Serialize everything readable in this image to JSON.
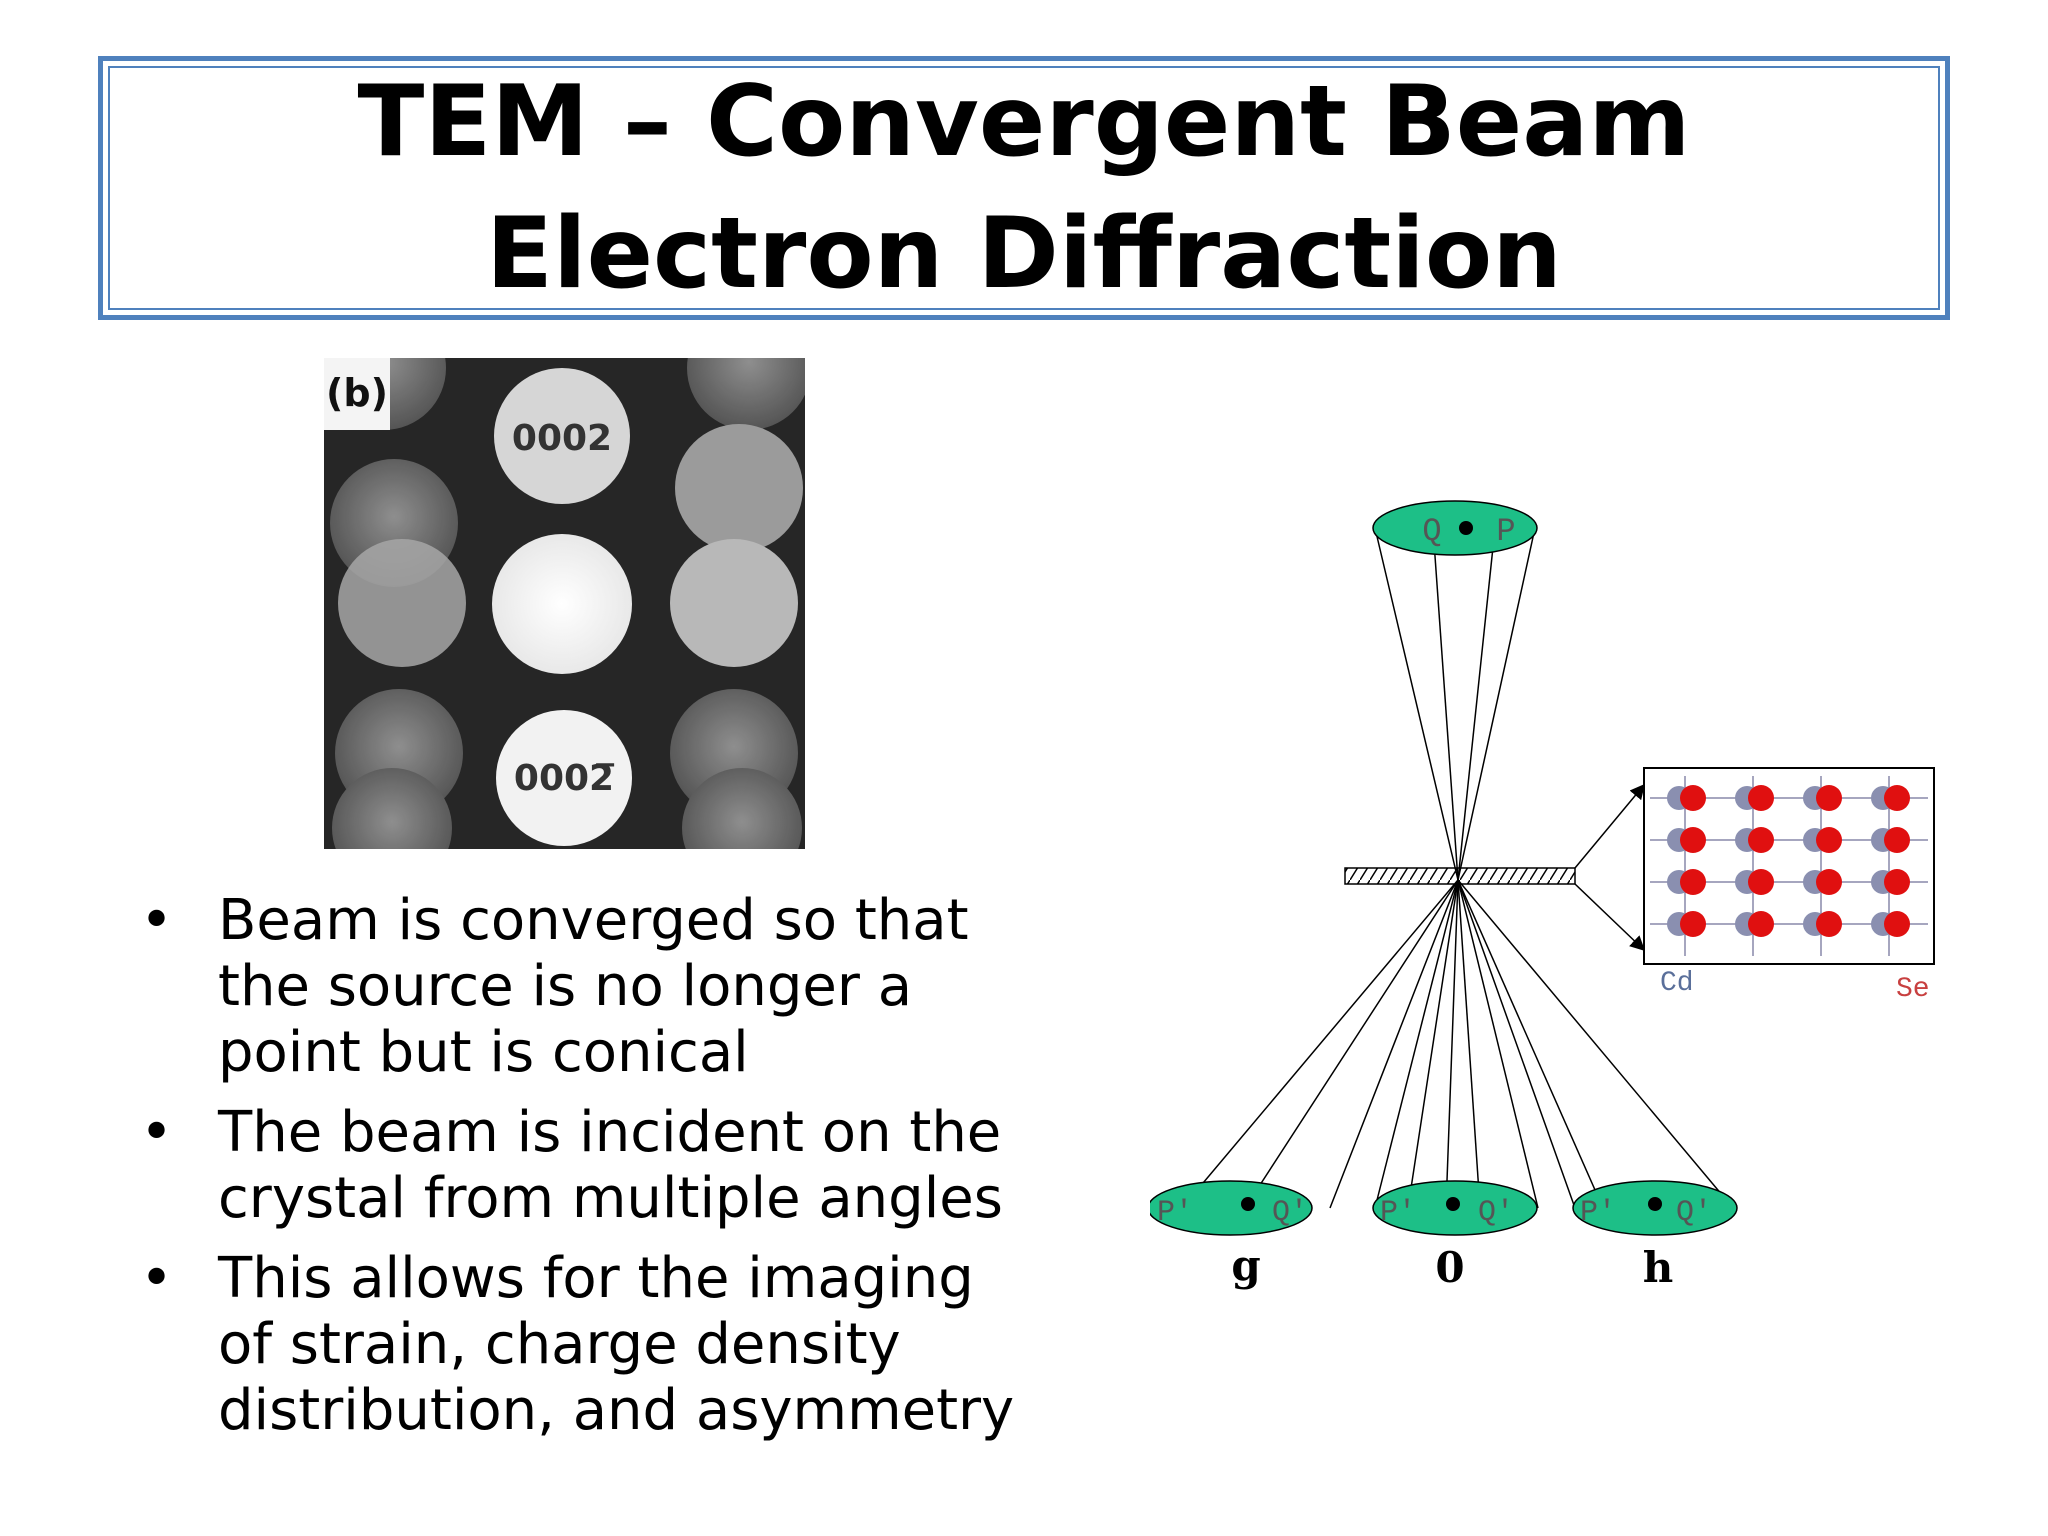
{
  "slide": {
    "title": "TEM – Convergent Beam Electron Diffraction"
  },
  "cbed_image": {
    "panel_label": "(b)",
    "spot_top_label": "0002",
    "spot_bottom_label": "0002̅"
  },
  "bullets": [
    {
      "marker": "•",
      "text": "Beam is converged so that the source is no longer a point but is conical"
    },
    {
      "marker": "•",
      "text": "The beam is incident on the crystal from multiple angles"
    },
    {
      "marker": "•",
      "text": "This allows for the imaging of strain, charge density distribution, and asymmetry"
    }
  ],
  "diagram": {
    "source_disk": {
      "left_label": "Q",
      "right_label": "P"
    },
    "disks": [
      {
        "name": "g",
        "left_label": "P'",
        "right_label": "Q'"
      },
      {
        "name": "0",
        "left_label": "P'",
        "right_label": "Q'"
      },
      {
        "name": "h",
        "left_label": "P'",
        "right_label": "Q'"
      }
    ],
    "crystal_labels": {
      "left": "Cd",
      "right": "Se"
    },
    "colors": {
      "disk_fill": "#1dbf87",
      "cd_atom": "#8a8fb0",
      "se_atom": "#e01010",
      "title_border": "#4f81bd"
    }
  }
}
